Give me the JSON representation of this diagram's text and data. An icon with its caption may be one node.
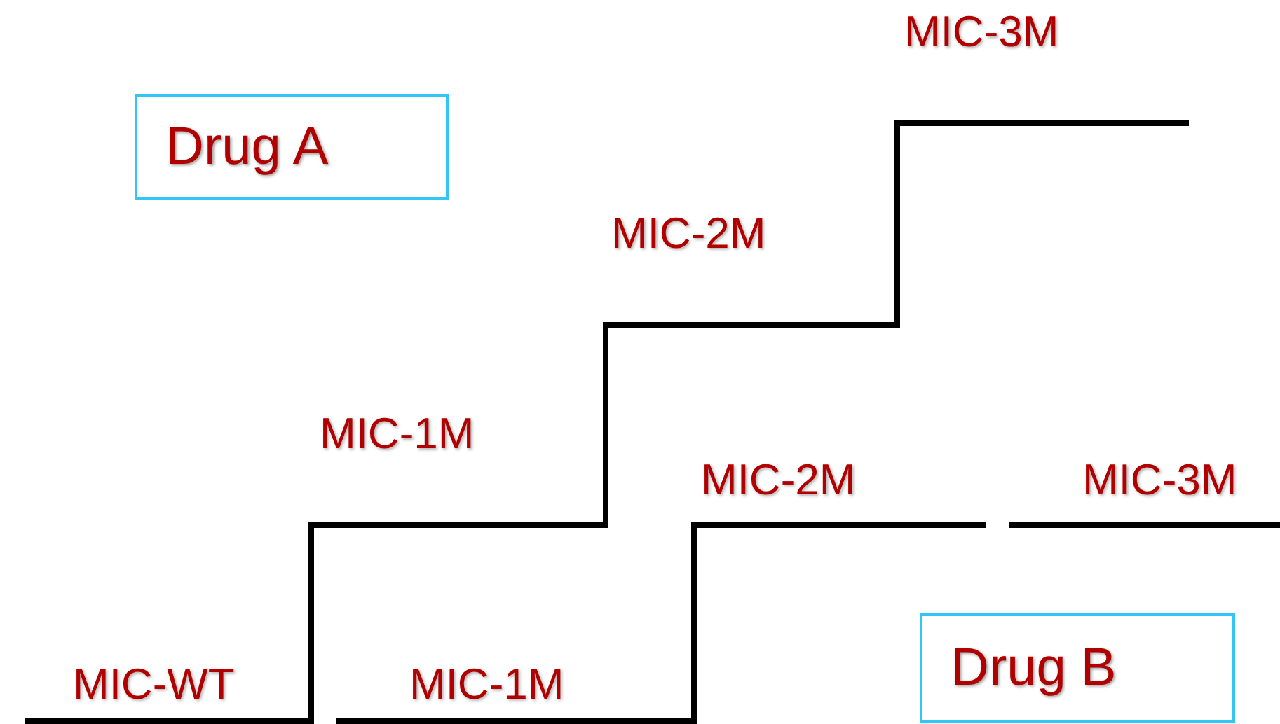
{
  "diagram": {
    "nodes": [
      {
        "text": [
          "Drug A"
        ]
      },
      {
        "text": [
          "Drug B"
        ]
      }
    ],
    "edges": [],
    "labels": [
      "MIC-3M",
      "MIC-2M",
      "MIC-1M",
      "MIC-2M",
      "MIC-3M",
      "MIC-WT",
      "MIC-1M"
    ]
  }
}
